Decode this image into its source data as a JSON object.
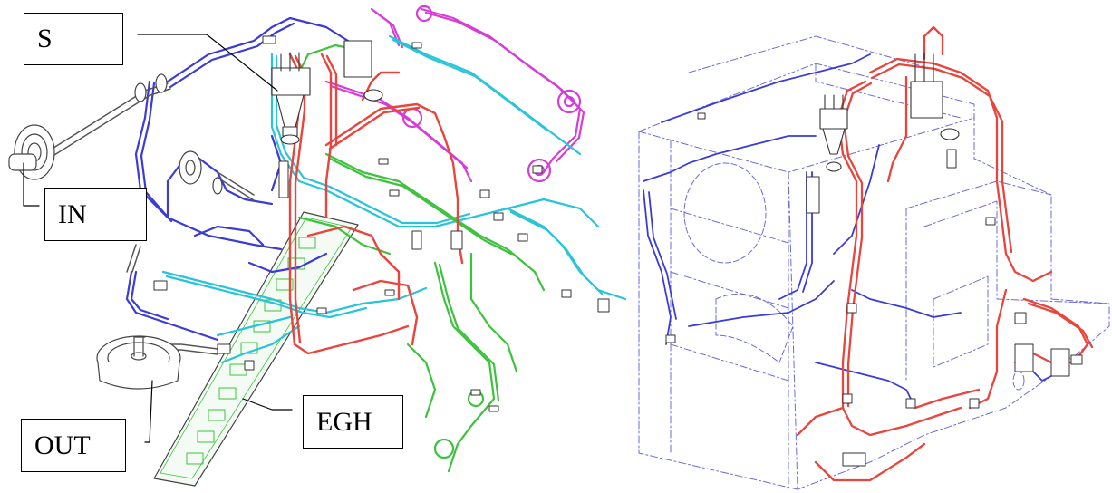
{
  "labels": {
    "s": "S",
    "in": "IN",
    "out": "OUT",
    "egh": "EGH"
  },
  "colors": {
    "blue": "#3b3bd6",
    "cyan": "#29c4d9",
    "red": "#e8453c",
    "green": "#3ec23e",
    "magenta": "#d63cd6",
    "dark": "#555555",
    "frame": "#6b6bdc"
  }
}
